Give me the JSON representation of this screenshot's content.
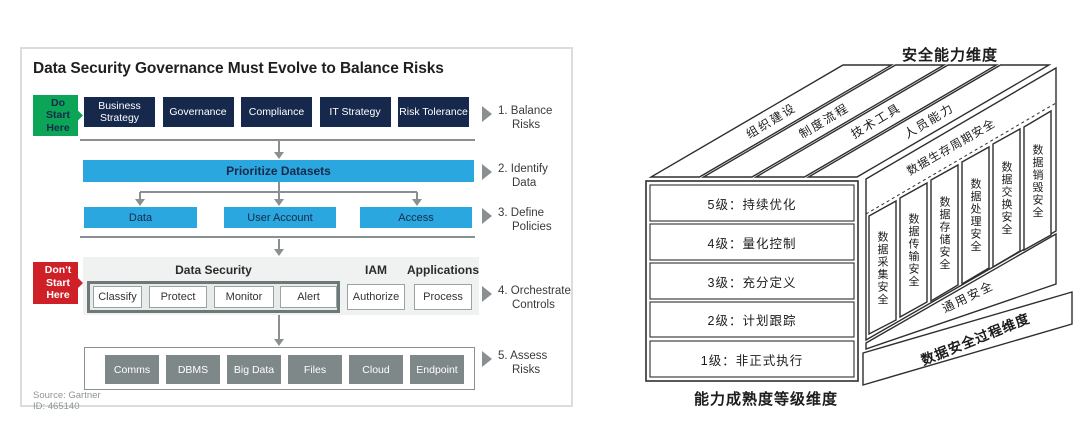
{
  "left_panel": {
    "title": "Data Security Governance Must Evolve to Balance Risks",
    "do_badge": {
      "l1": "Do",
      "l2": "Start",
      "l3": "Here"
    },
    "dont_badge": {
      "l1": "Don't",
      "l2": "Start",
      "l3": "Here"
    },
    "strategy_boxes": [
      "Business Strategy",
      "Governance",
      "Compliance",
      "IT Strategy",
      "Risk Tolerance"
    ],
    "prioritize_label": "Prioritize Datasets",
    "policy_boxes": [
      "Data",
      "User Account",
      "Access"
    ],
    "controls": {
      "data_security": "Data Security",
      "items": [
        "Classify",
        "Protect",
        "Monitor",
        "Alert"
      ],
      "iam": "IAM",
      "authorize": "Authorize",
      "applications": "Applications",
      "process": "Process"
    },
    "assess_boxes": [
      "Comms",
      "DBMS",
      "Big Data",
      "Files",
      "Cloud",
      "Endpoint"
    ],
    "steps": [
      {
        "n": "1.",
        "a": "Balance",
        "b": "Risks"
      },
      {
        "n": "2.",
        "a": "Identify",
        "b": "Data"
      },
      {
        "n": "3.",
        "a": "Define",
        "b": "Policies"
      },
      {
        "n": "4.",
        "a": "Orchestrate",
        "b": "Controls"
      },
      {
        "n": "5.",
        "a": "Assess",
        "b": "Risks"
      }
    ],
    "source_line1": "Source: Gartner",
    "source_line2": "ID: 465140"
  },
  "right_panel": {
    "axis_top": "安全能力维度",
    "axis_bottom": "能力成熟度等级维度",
    "axis_process": "数据安全过程维度",
    "capability_bands": [
      "组织建设",
      "制度流程",
      "技术工具",
      "人员能力"
    ],
    "lifecycle_band": "数据生存周期安全",
    "lifecycle_columns": [
      "数据采集安全",
      "数据传输安全",
      "数据存储安全",
      "数据处理安全",
      "数据交换安全",
      "数据销毁安全"
    ],
    "general_band": "通用安全",
    "maturity_levels": [
      "5级：持续优化",
      "4级：量化控制",
      "3级：充分定义",
      "2级：计划跟踪",
      "1级：非正式执行"
    ]
  },
  "colors": {
    "navy": "#16294C",
    "light_blue": "#2AA7DE",
    "green": "#0CA456",
    "red": "#CE2026",
    "line_gray": "#8A9091"
  }
}
